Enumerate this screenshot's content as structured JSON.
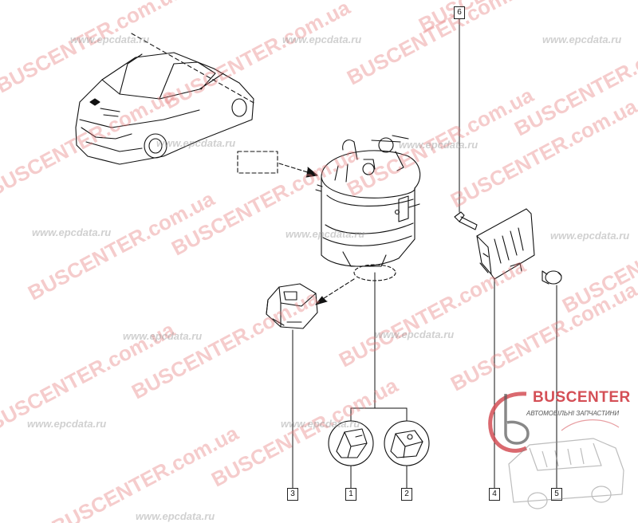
{
  "callouts": [
    "1",
    "2",
    "3",
    "4",
    "5",
    "6"
  ],
  "watermarks": {
    "brand_text": "BUSCENTER.com.ua",
    "site_text": "www.epcdata.ru",
    "color": "#e47878"
  },
  "logo": {
    "title": "BUSCENTER",
    "subtitle": "АВТОМОБІЛЬНІ ЗАПЧАСТИНИ",
    "accent_color": "#d44f56"
  }
}
